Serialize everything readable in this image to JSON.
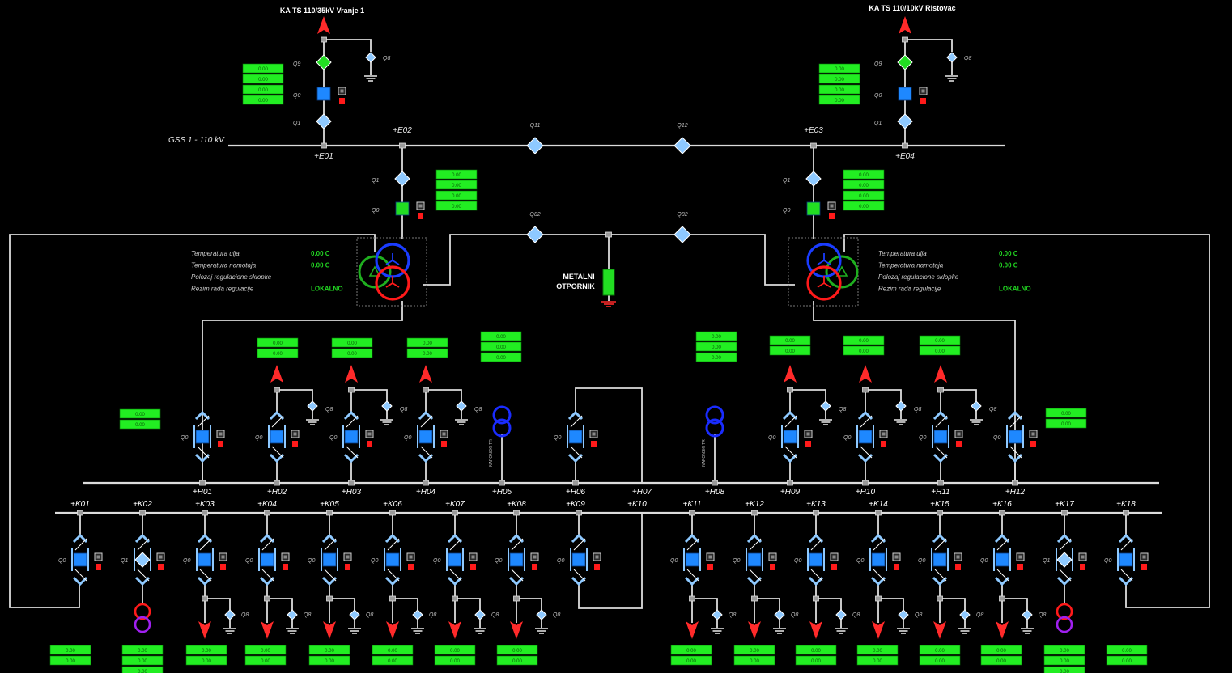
{
  "colors": {
    "background": "#000000",
    "busbar": "#dcdcdc",
    "line": "#dcdcdc",
    "breaker_open": "#1e88ff",
    "breaker_closed": "#22dd22",
    "disconnector": "#8ec9ff",
    "feed_arrow": "#ff2a2a",
    "measure_box": "#22ee22",
    "alarm": "#ff1a1a",
    "winding_red": "#ff1a1a",
    "winding_blue": "#1a3cff",
    "winding_green": "#1fae1f",
    "vt_blue": "#1a2cff",
    "aux_violet": "#a020f0",
    "info_value": "#21d321"
  },
  "incoming": {
    "left": {
      "title": "KA TS 110/35kV Vranje 1"
    },
    "right": {
      "title": "KA TS 110/10kV Ristovac"
    }
  },
  "hv_bus": {
    "name": "GSS 1 - 110 kV",
    "codes": {
      "e01": "+E01",
      "e02": "+E02",
      "e03": "+E03",
      "e04": "+E04"
    },
    "coupler_labels": {
      "q11": "Q11",
      "q12": "Q12"
    },
    "neutral_labels": {
      "left": "Q82",
      "right": "Q82"
    }
  },
  "switch_labels": {
    "q1": "Q1",
    "q0": "Q0",
    "q8": "Q8",
    "q9": "Q9"
  },
  "measure_value": "0.00",
  "transformer_info": {
    "labels": [
      "Temperatura ulja",
      "Temperatura namotaja",
      "Polozaj regulacione sklopke",
      "Rezim rada regulacije"
    ],
    "left": {
      "values": [
        "0.00 C",
        "0.00 C",
        "",
        "LOKALNO"
      ]
    },
    "right": {
      "values": [
        "0.00 C",
        "0.00 C",
        "",
        "LOKALNO"
      ]
    }
  },
  "neutral_resistor": {
    "line1": "METALNI",
    "line2": "OTPORNIK"
  },
  "mv_bus_h": {
    "codes": [
      "+H01",
      "+H02",
      "+H03",
      "+H04",
      "+H05",
      "+H06",
      "+H07",
      "+H08",
      "+H09",
      "+H10",
      "+H11",
      "+H12"
    ]
  },
  "mv_bus_k": {
    "codes": [
      "+K01",
      "+K02",
      "+K03",
      "+K04",
      "+K05",
      "+K06",
      "+K07",
      "+K08",
      "+K09",
      "+K10",
      "+K11",
      "+K12",
      "+K13",
      "+K14",
      "+K15",
      "+K16",
      "+K17",
      "+K18"
    ]
  },
  "vt_label": "NAPONSKI TR"
}
